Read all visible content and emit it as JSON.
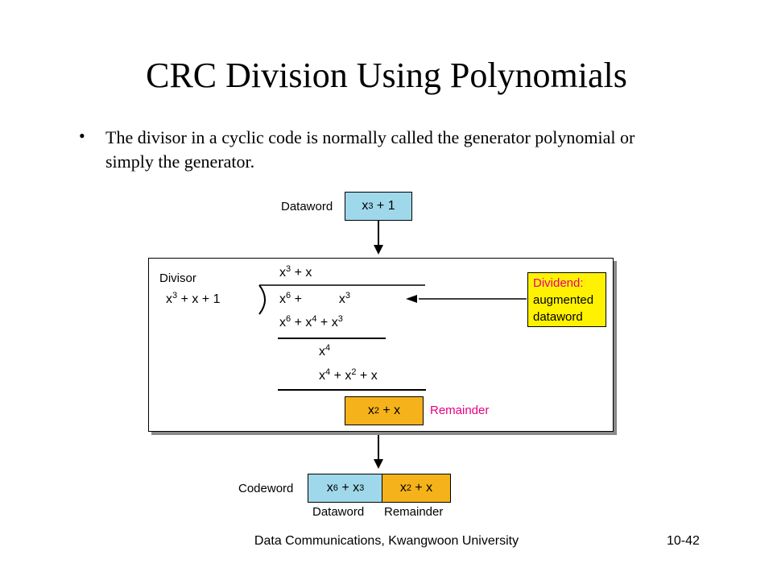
{
  "slide": {
    "title": "CRC Division Using Polynomials",
    "bullet": "The divisor in a cyclic code is normally called the generator polynomial or simply the generator.",
    "bullet_marker": "•"
  },
  "diagram": {
    "dataword_label": "Dataword",
    "dataword_value": {
      "a": "x",
      "ae": "3",
      "b": " + 1"
    },
    "divisor_label": "Divisor",
    "divisor_value": {
      "a": "x",
      "ae": "3",
      "b": " + x + 1"
    },
    "quotient": {
      "a": "x",
      "ae": "3",
      "b": " + x"
    },
    "dividend": {
      "a": "x",
      "ae": "6",
      "b": " +",
      "c": "x",
      "ce": "3"
    },
    "subtract1": {
      "a": "x",
      "ae": "6",
      "b": " + x",
      "be": "4",
      "c": " + x",
      "ce": "3"
    },
    "partial": {
      "a": "x",
      "ae": "4"
    },
    "subtract2": {
      "a": "x",
      "ae": "4",
      "b": " + x",
      "be": "2",
      "c": " + x"
    },
    "remainder_value": {
      "a": "x",
      "ae": "2",
      "b": " + x"
    },
    "remainder_label": "Remainder",
    "dividend_note": [
      "Dividend:",
      "augmented",
      "dataword"
    ],
    "codeword_label": "Codeword",
    "codeword_data": {
      "a": "x",
      "ae": "6",
      "b": " + x",
      "be": "3"
    },
    "codeword_rem": {
      "a": "x",
      "ae": "2",
      "b": " + x"
    },
    "codeword_sub_dataword": "Dataword",
    "codeword_sub_remainder": "Remainder",
    "colors": {
      "dataword": "#9fd8ea",
      "remainder": "#f6b21a",
      "note": "#fff200",
      "remainder_text": "#e6007e"
    }
  },
  "footer": {
    "source": "Data Communications, Kwangwoon University",
    "page": "10-42"
  }
}
